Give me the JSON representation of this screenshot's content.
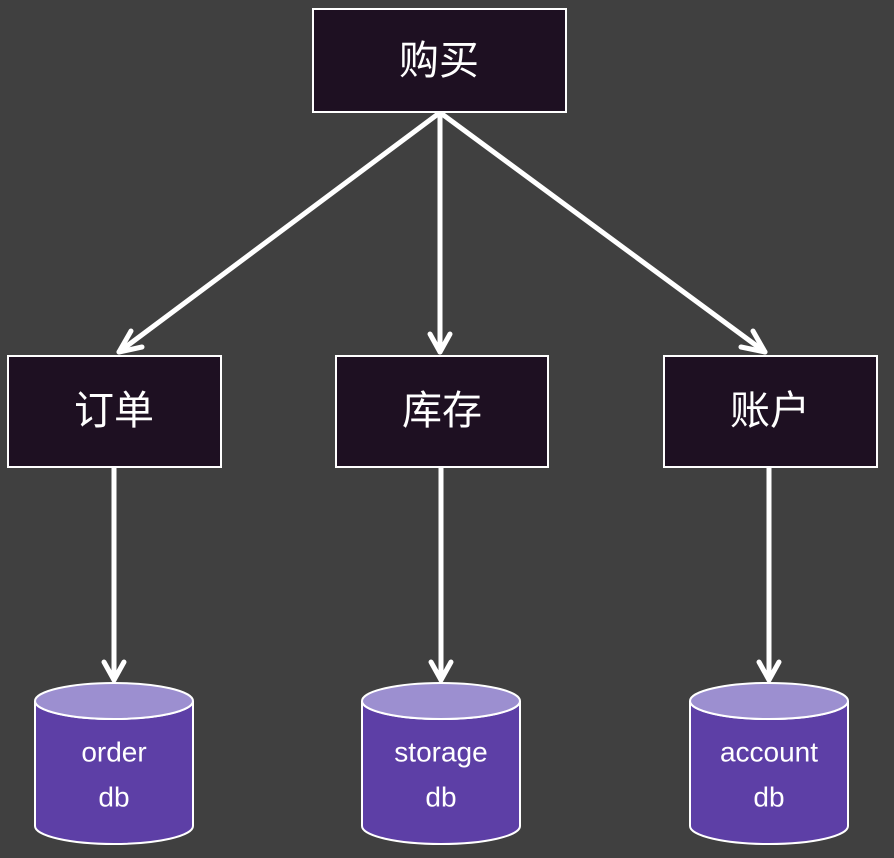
{
  "nodes": {
    "purchase": {
      "label": "购买"
    },
    "order": {
      "label": "订单"
    },
    "storage": {
      "label": "库存"
    },
    "account": {
      "label": "账户"
    }
  },
  "databases": {
    "order_db": {
      "line1": "order",
      "line2": "db"
    },
    "storage_db": {
      "line1": "storage",
      "line2": "db"
    },
    "account_db": {
      "line1": "account",
      "line2": "db"
    }
  },
  "edges": [
    {
      "from": "purchase",
      "to": "order"
    },
    {
      "from": "purchase",
      "to": "storage"
    },
    {
      "from": "purchase",
      "to": "account"
    },
    {
      "from": "order",
      "to": "order_db"
    },
    {
      "from": "storage",
      "to": "storage_db"
    },
    {
      "from": "account",
      "to": "account_db"
    }
  ],
  "colors": {
    "background": "#404040",
    "service_box": "#1e1022",
    "db_body": "#5d3fa6",
    "db_top": "#9c8fd0",
    "line": "#ffffff"
  }
}
